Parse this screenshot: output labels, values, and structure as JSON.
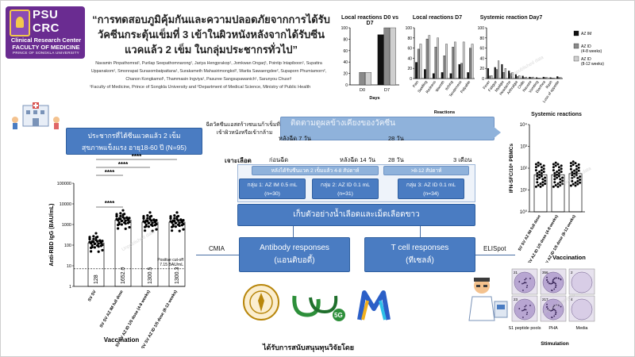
{
  "logo": {
    "abbrev": "PSU CRC",
    "line1": "Clinical Research Center",
    "line2": "FACULTY OF MEDICINE",
    "line3": "PRINCE OF SONGKLA UNIVERSITY"
  },
  "title": "“การทดสอบภูมิคุ้มกันและความปลอดภัยจากการได้รับวัคซีนกระตุ้นเข็มที่ 3 เข้าในผิวหนังหลังจากได้รับซีนแวคแล้ว 2 เข็ม ในกลุ่มประชากรทั่วไป”",
  "authors": "Navamin Pinpathomrat¹, Purilap Seepathomnarong¹, Jariya Hengprakop¹, Jomkwan Ongarj¹, Pointip Intapiboon¹, Supattra Uppanakom¹, Smonrapat Surasombatpattana¹, Surakameth Mahasirimongkol², Warita Sawaengdee², Supaporn Phumiamorn², Chanon Kongkamol¹, Thammasin Ingviya¹, Pasuree Sangsupawanich¹, Sarunyou Chusri¹",
  "affiliations": "¹Faculty of Medicine, Prince of Songkla University and ²Department of Medical Science, Ministry of Public Health",
  "colors": {
    "purple": "#6a2c91",
    "blue": "#4a7cc2",
    "light_blue": "#8fb2db",
    "black": "#111111",
    "grey": "#9a9a9a"
  },
  "chart_local_d0_d7": {
    "type": "bar",
    "title": "Local reactions D0 vs D7",
    "xlabel": "Days",
    "categories": [
      "D0",
      "D7"
    ],
    "series": [
      {
        "name": "AZ IM",
        "values": [
          0,
          88
        ]
      },
      {
        "name": "AZ ID (4-8 weeks)",
        "values": [
          22,
          100
        ]
      },
      {
        "name": "AZ ID (8-12 weeks)",
        "values": [
          22,
          100
        ]
      }
    ],
    "ylim": [
      0,
      100
    ],
    "yticks": [
      "0",
      "20",
      "40",
      "60",
      "80",
      "100"
    ]
  },
  "chart_local_d7": {
    "type": "bar",
    "title": "Local reactions D7",
    "xlabel": "Reactions",
    "categories": [
      "Pain",
      "Swelling",
      "Redness",
      "Warmth",
      "Itching",
      "Tenderness",
      "Palpable"
    ],
    "series": [
      {
        "name": "AZ IM",
        "values": [
          32,
          18,
          10,
          12,
          10,
          28,
          12
        ]
      },
      {
        "name": "AZ ID (4-8 weeks)",
        "values": [
          58,
          78,
          62,
          45,
          62,
          30,
          60
        ]
      },
      {
        "name": "AZ ID (8-12 weeks)",
        "values": [
          68,
          85,
          80,
          68,
          72,
          72,
          68
        ]
      }
    ],
    "ylim": [
      0,
      100
    ],
    "yticks": [
      "0",
      "20",
      "40",
      "60",
      "80",
      "100"
    ]
  },
  "chart_systemic": {
    "type": "bar",
    "title": "Systemic reaction Day7",
    "categories": [
      "Fever",
      "Fatigue",
      "Myalgia",
      "Headache",
      "Arthralgia",
      "Chills",
      "Nausea",
      "Vomiting",
      "Diarrhea",
      "Rash",
      "Loss of appetite"
    ],
    "series": [
      {
        "name": "AZ IM",
        "values": [
          20,
          22,
          28,
          15,
          8,
          5,
          3,
          2,
          3,
          2,
          4
        ]
      },
      {
        "name": "AZ ID (4-8 weeks)",
        "values": [
          5,
          18,
          12,
          10,
          4,
          2,
          2,
          1,
          2,
          1,
          2
        ]
      },
      {
        "name": "AZ ID (8-12 weeks)",
        "values": [
          6,
          35,
          20,
          12,
          6,
          3,
          3,
          1,
          2,
          1,
          2
        ]
      }
    ],
    "ylim": [
      0,
      100
    ],
    "yticks": [
      "0",
      "20",
      "40",
      "60",
      "80",
      "100"
    ],
    "legend": [
      "AZ IM",
      "AZ ID\n(4-8 weeks)",
      "AZ ID\n(8-12 weeks)"
    ]
  },
  "chart_antibody": {
    "type": "scatter",
    "ylabel": "Anti-RBD IgG (BAU/mL)",
    "xlabel": "Vaccination",
    "categories": [
      "SV SV",
      "SV SV AZ IM full dose",
      "SV SV AZ ID 1/5 dose (4-8 weeks)",
      "SV SV AZ ID 1/5 dose (8-12 weeks)"
    ],
    "gmt": [
      "128",
      "1652.0",
      "1300.5",
      "1300.3"
    ],
    "yticks": [
      "1",
      "10",
      "100",
      "1000",
      "10000",
      "100000"
    ],
    "significance": [
      "****",
      "****",
      "****",
      "****"
    ],
    "cutoff_label": "Positive cut-off\n7.15 BAU/mL"
  },
  "chart_tcell": {
    "type": "scatter",
    "title": "Systemic reactions",
    "ylabel": "IFN-SFC/10⁶ PBMCs",
    "xlabel": "Vaccination",
    "categories": [
      "SV SV AZ IM full dose",
      "SV SV AZ ID 1/5 dose (4-8 weeks)",
      "SV SV AZ ID 1/5 dose (8-12 weeks)"
    ],
    "yticks": [
      "10⁰",
      "10¹",
      "10²",
      "10³",
      "10⁴"
    ]
  },
  "flow": {
    "population": "ประชากรที่ได้ซีนแวคแล้ว 2 เข็ม\nสุขภาพแข็งแรง อายุ18-60 ปี (N=95)",
    "inject_note": "ฉีดวัคซีนแอสตร้าเซนเนก้าเข็มที่3\nเข้าผิวหนังหรือเข้ากล้าม",
    "followup": "ติดตามดูผลข้างเคียงของวัคซีน",
    "followup_days": "หลังฉีด 7 วัน",
    "followup_day28": "28 วัน",
    "blood": "เจาะเลือด",
    "before": "ก่อนฉีด",
    "after14": "หลังฉีด 14 วัน",
    "after28": "28 วัน",
    "month3": "3 เดือน",
    "after_sinovac": "หลังได้รับซีนแวค 2 เข็มแล้ว 4-8 สัปดาห์",
    "after_812": ">8-12 สัปดาห์",
    "group1": "กลุ่ม 1: AZ IM 0.5 mL\n(n=30)",
    "group2": "กลุ่ม 2: AZ ID 0.1 mL\n(n=31)",
    "group3": "กลุ่ม 3: AZ ID 0.1 mL\n(n=34)",
    "collect": "เก็บตัวอย่างน้ำเลือดและเม็ดเลือดขาว",
    "antibody": "Antibody responses\n(แอนติบอดี้)",
    "tcell": "T cell responses\n(ทีเซลล์)",
    "cmia": "CMIA",
    "elispot": "ELISpot"
  },
  "elispot_panel": {
    "labels": [
      "S1 peptide pools",
      "PHA",
      "Media"
    ],
    "title": "Stimulation",
    "counts": [
      "21",
      "356",
      "2",
      "23",
      "217",
      "4"
    ]
  },
  "funding": "ได้รับการสนับสนุนทุนวิจัยโดย",
  "funder_logos": [
    "university-seal",
    "ววน 5G",
    "M logo"
  ],
  "watermark": "Unpublished data"
}
